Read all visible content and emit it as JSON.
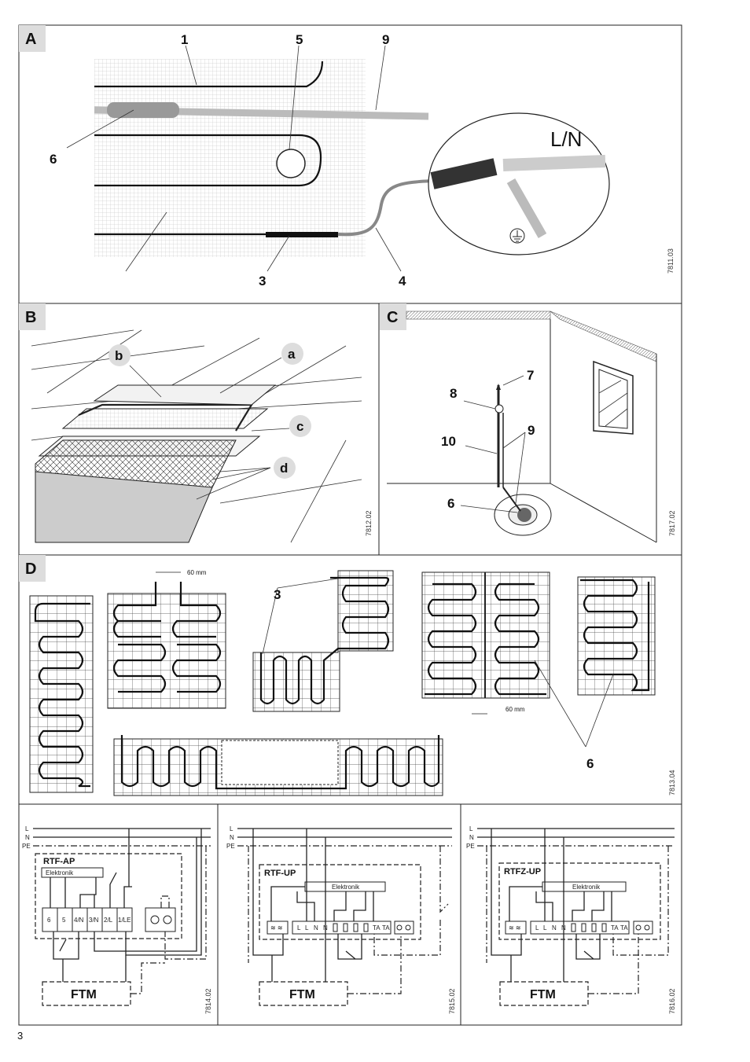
{
  "page_number": "3",
  "sections": {
    "A": {
      "label": "A",
      "callouts": [
        "1",
        "5",
        "9",
        "6",
        "3",
        "4"
      ],
      "inset_text": "L/N",
      "code": "7811.03"
    },
    "B": {
      "label": "B",
      "callouts": [
        "b",
        "a",
        "c",
        "d"
      ],
      "code": "7812.02"
    },
    "C": {
      "label": "C",
      "callouts": [
        "7",
        "8",
        "9",
        "10",
        "6"
      ],
      "code": "7817.02"
    },
    "D": {
      "label": "D",
      "callout_3": "3",
      "callout_6": "6",
      "dimension_1": "60 mm",
      "dimension_2": "60 mm",
      "code": "7813.04"
    },
    "wiring": {
      "line_labels": [
        "L",
        "N",
        "PE"
      ],
      "rtf_ap": {
        "title": "RTF-AP",
        "electronics": "Elektronik",
        "terminals": [
          "6",
          "5",
          "4/N",
          "3/N",
          "2/L",
          "1/LE"
        ],
        "ftm": "FTM",
        "code": "7814.02"
      },
      "rtf_up": {
        "title": "RTF-UP",
        "electronics": "Elektronik",
        "terminals": [
          "L",
          "L",
          "N",
          "N",
          "TA",
          "TA"
        ],
        "ftm": "FTM",
        "code": "7815.02"
      },
      "rtfz_up": {
        "title": "RTFZ-UP",
        "electronics": "Elektronik",
        "terminals": [
          "L",
          "L",
          "N",
          "N",
          "TA",
          "TA"
        ],
        "ftm": "FTM",
        "code": "7816.02"
      }
    }
  }
}
